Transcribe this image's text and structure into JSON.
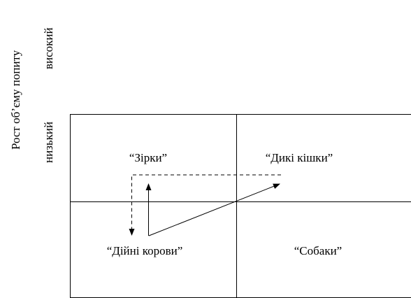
{
  "axis": {
    "y_title": "Рост об’єму попиту",
    "high": "високий",
    "low": "низький"
  },
  "quadrants": {
    "stars": "“Зірки”",
    "wildcats": "“Дикі кішки”",
    "cows": "“Дійні корови”",
    "dogs": "“Собаки”"
  }
}
